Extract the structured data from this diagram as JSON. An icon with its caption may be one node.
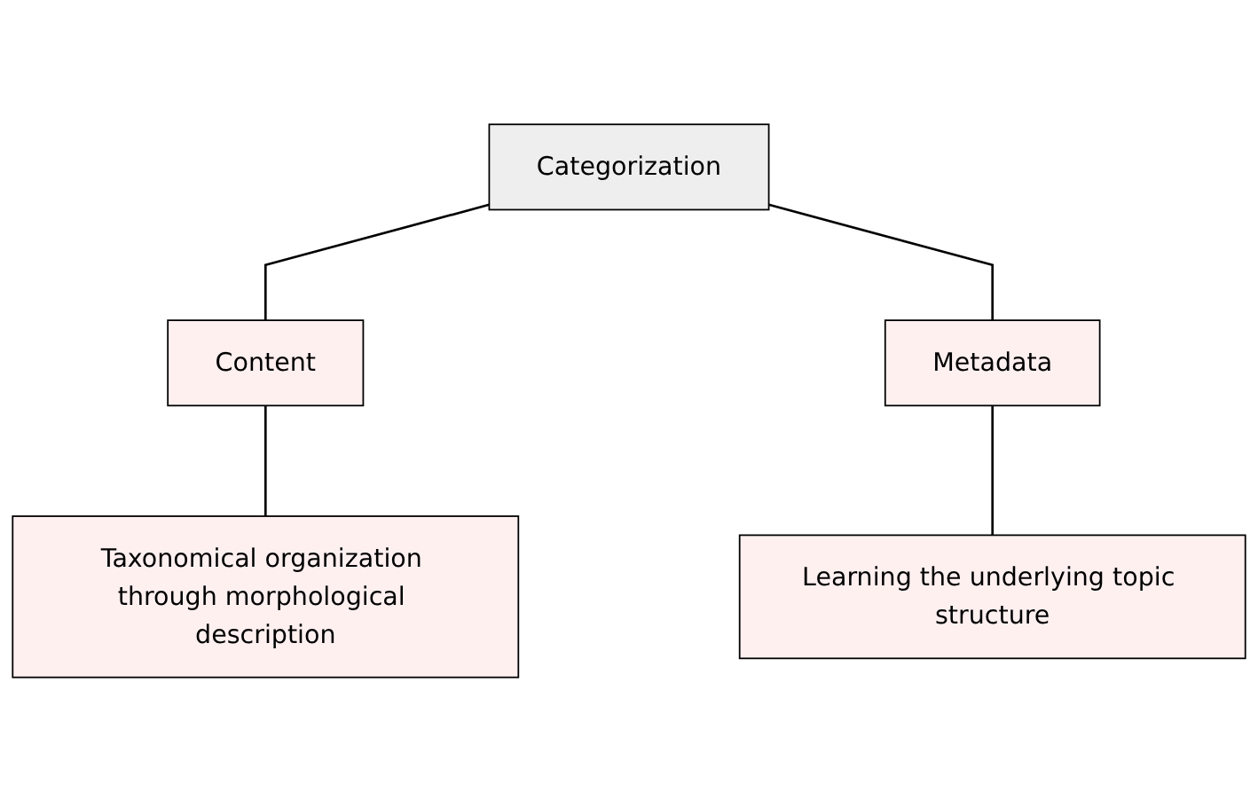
{
  "diagram": {
    "nodes": [
      {
        "text": [
          "Categorization"
        ]
      },
      {
        "text": [
          "Content"
        ]
      },
      {
        "text": [
          "Metadata"
        ]
      },
      {
        "text": [
          "Taxonomical organization through morphological description"
        ]
      },
      {
        "text": [
          "Learning the underlying topic structure"
        ]
      }
    ],
    "edges": [
      {
        "from": 0,
        "to": 1,
        "arrow": "none"
      },
      {
        "from": 0,
        "to": 2,
        "arrow": "none"
      },
      {
        "from": 1,
        "to": 3,
        "arrow": "none"
      },
      {
        "from": 2,
        "to": 4,
        "arrow": "none"
      }
    ]
  }
}
